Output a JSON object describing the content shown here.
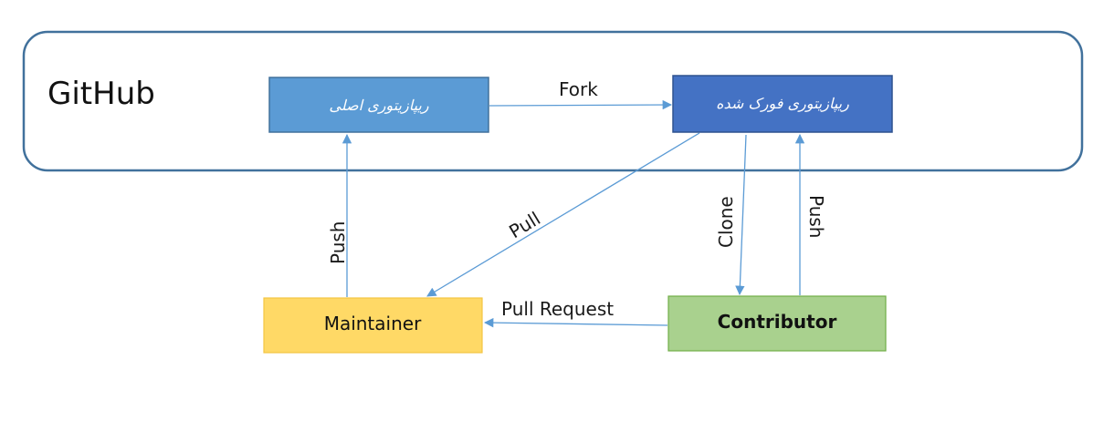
{
  "container": {
    "title": "GitHub",
    "border_color": "#41719c"
  },
  "nodes": {
    "original_repo": {
      "label": "ریپازیتوری اصلی",
      "fill": "#5b9bd5",
      "stroke": "#41719c"
    },
    "forked_repo": {
      "label": "ریپازیتوری فورک شده",
      "fill": "#4472c4",
      "stroke": "#2f528f"
    },
    "maintainer": {
      "label": "Maintainer",
      "fill": "#ffd966",
      "stroke": "#f4c542"
    },
    "contributor": {
      "label": "Contributor",
      "fill": "#a9d18e",
      "stroke": "#70ad47"
    }
  },
  "edges": {
    "fork": "Fork",
    "push_maintainer": "Push",
    "pull": "Pull",
    "clone": "Clone",
    "push_contributor": "Push",
    "pull_request": "Pull Request"
  },
  "edge_color": "#5b9bd5"
}
